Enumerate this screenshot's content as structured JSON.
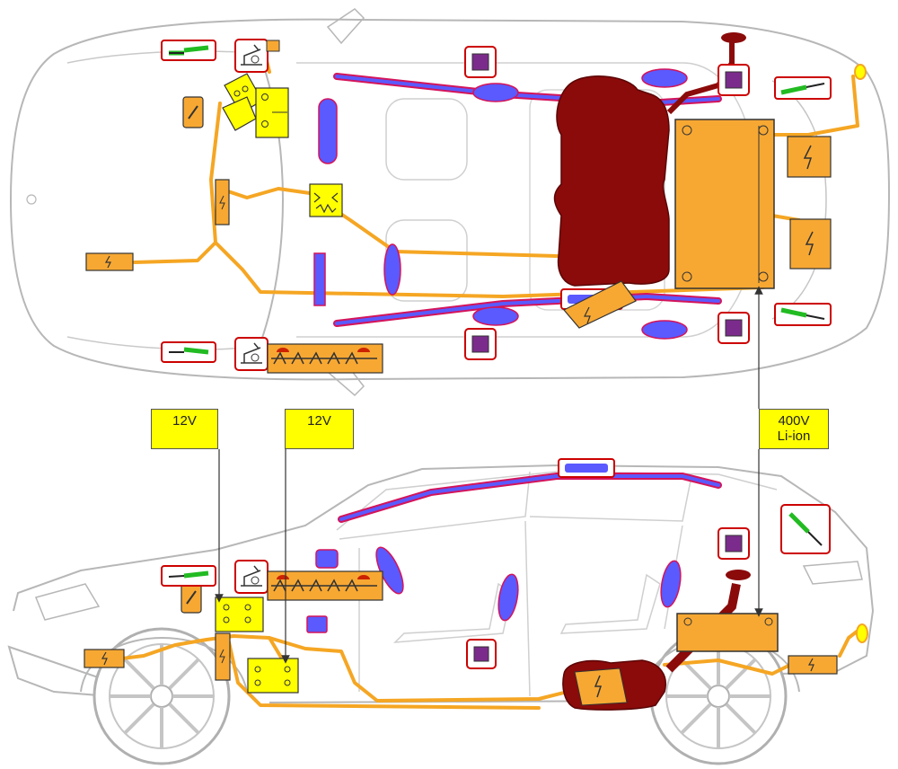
{
  "labels": {
    "battery_12v_a": "12V",
    "battery_12v_b": "12V",
    "battery_hv_line1": "400V",
    "battery_hv_line2": "Li-ion"
  },
  "colors": {
    "background": "#ffffff",
    "body_outline": "#b7b7b7",
    "wiring": "#f5a623",
    "hv_component": "#f7a833",
    "battery_12v": "#ffff00",
    "label_box": "#ffff00",
    "fuel_tank": "#8b0a0a",
    "airbag": "#5a5aff",
    "airbag_border": "#d4145a",
    "seat_sensor": "#7b2b8b",
    "gas_strut": "#22bb22",
    "label_border": "#cc0000",
    "arrow": "#333333"
  },
  "icons": {
    "battery": "battery-icon",
    "hv_warning": "high-voltage-icon",
    "airbag": "airbag-icon",
    "fuel_tank": "fuel-tank-icon",
    "seat_belt_pretensioner": "pretensioner-icon",
    "gas_strut": "gas-strut-icon",
    "occupant_sensor": "occupant-sensor-icon",
    "fuse": "fuse-icon",
    "hood_lift": "hood-lift-icon",
    "pyro_fuse": "pyro-fuse-icon"
  }
}
